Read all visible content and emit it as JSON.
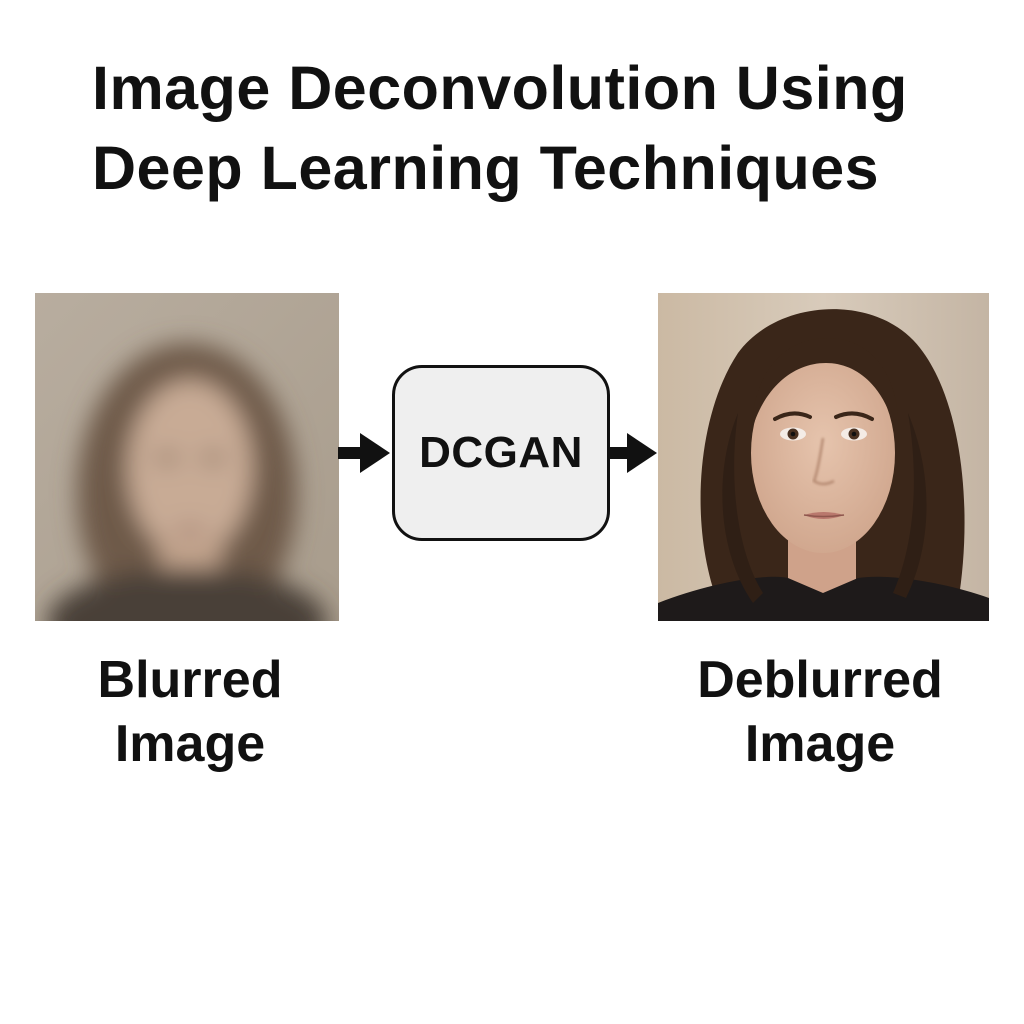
{
  "title": {
    "line1": "Image Deconvolution Using",
    "line2": "Deep Learning Techniques"
  },
  "input": {
    "caption_line1": "Blurred",
    "caption_line2": "Image",
    "image": "blurred-face-photo"
  },
  "model": {
    "label": "DCGAN"
  },
  "output": {
    "caption_line1": "Deblurred",
    "caption_line2": "Image",
    "image": "sharp-face-photo"
  },
  "colors": {
    "text": "#111111",
    "box_fill": "#efefef",
    "box_border": "#111111",
    "arrow": "#111111",
    "background": "#ffffff",
    "hair": "#3b2a20",
    "skin": "#d9b49c",
    "photo_bg": "#c9bcad"
  }
}
